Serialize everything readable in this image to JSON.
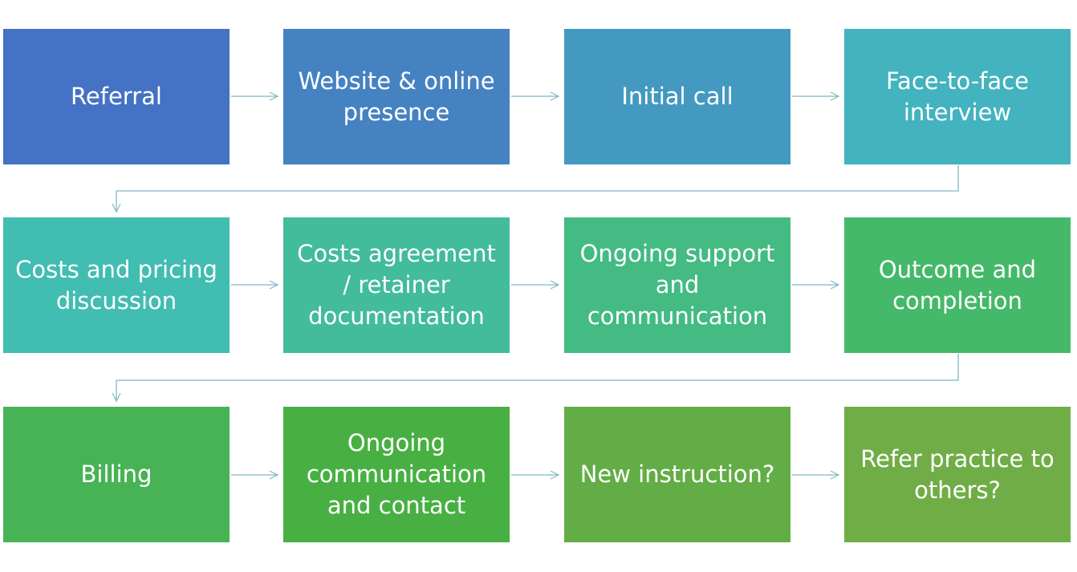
{
  "flow": {
    "steps": [
      {
        "label": "Referral",
        "color": "#4472C4"
      },
      {
        "label": "Website & online presence",
        "color": "#4582C2"
      },
      {
        "label": "Initial call",
        "color": "#4399C0"
      },
      {
        "label": "Face-to-face interview",
        "color": "#42B3BF"
      },
      {
        "label": "Costs and pricing discussion",
        "color": "#41BDB2"
      },
      {
        "label": "Costs agreement / retainer documentation",
        "color": "#42BC9A"
      },
      {
        "label": "Ongoing support and communication",
        "color": "#43BB83"
      },
      {
        "label": "Outcome and completion",
        "color": "#45B96A"
      },
      {
        "label": "Billing",
        "color": "#47B354"
      },
      {
        "label": "Ongoing communication and contact",
        "color": "#48B043"
      },
      {
        "label": "New instruction?",
        "color": "#62AD45"
      },
      {
        "label": "Refer practice to others?",
        "color": "#70AD47"
      }
    ],
    "connector_color": "#7FB8C4"
  }
}
